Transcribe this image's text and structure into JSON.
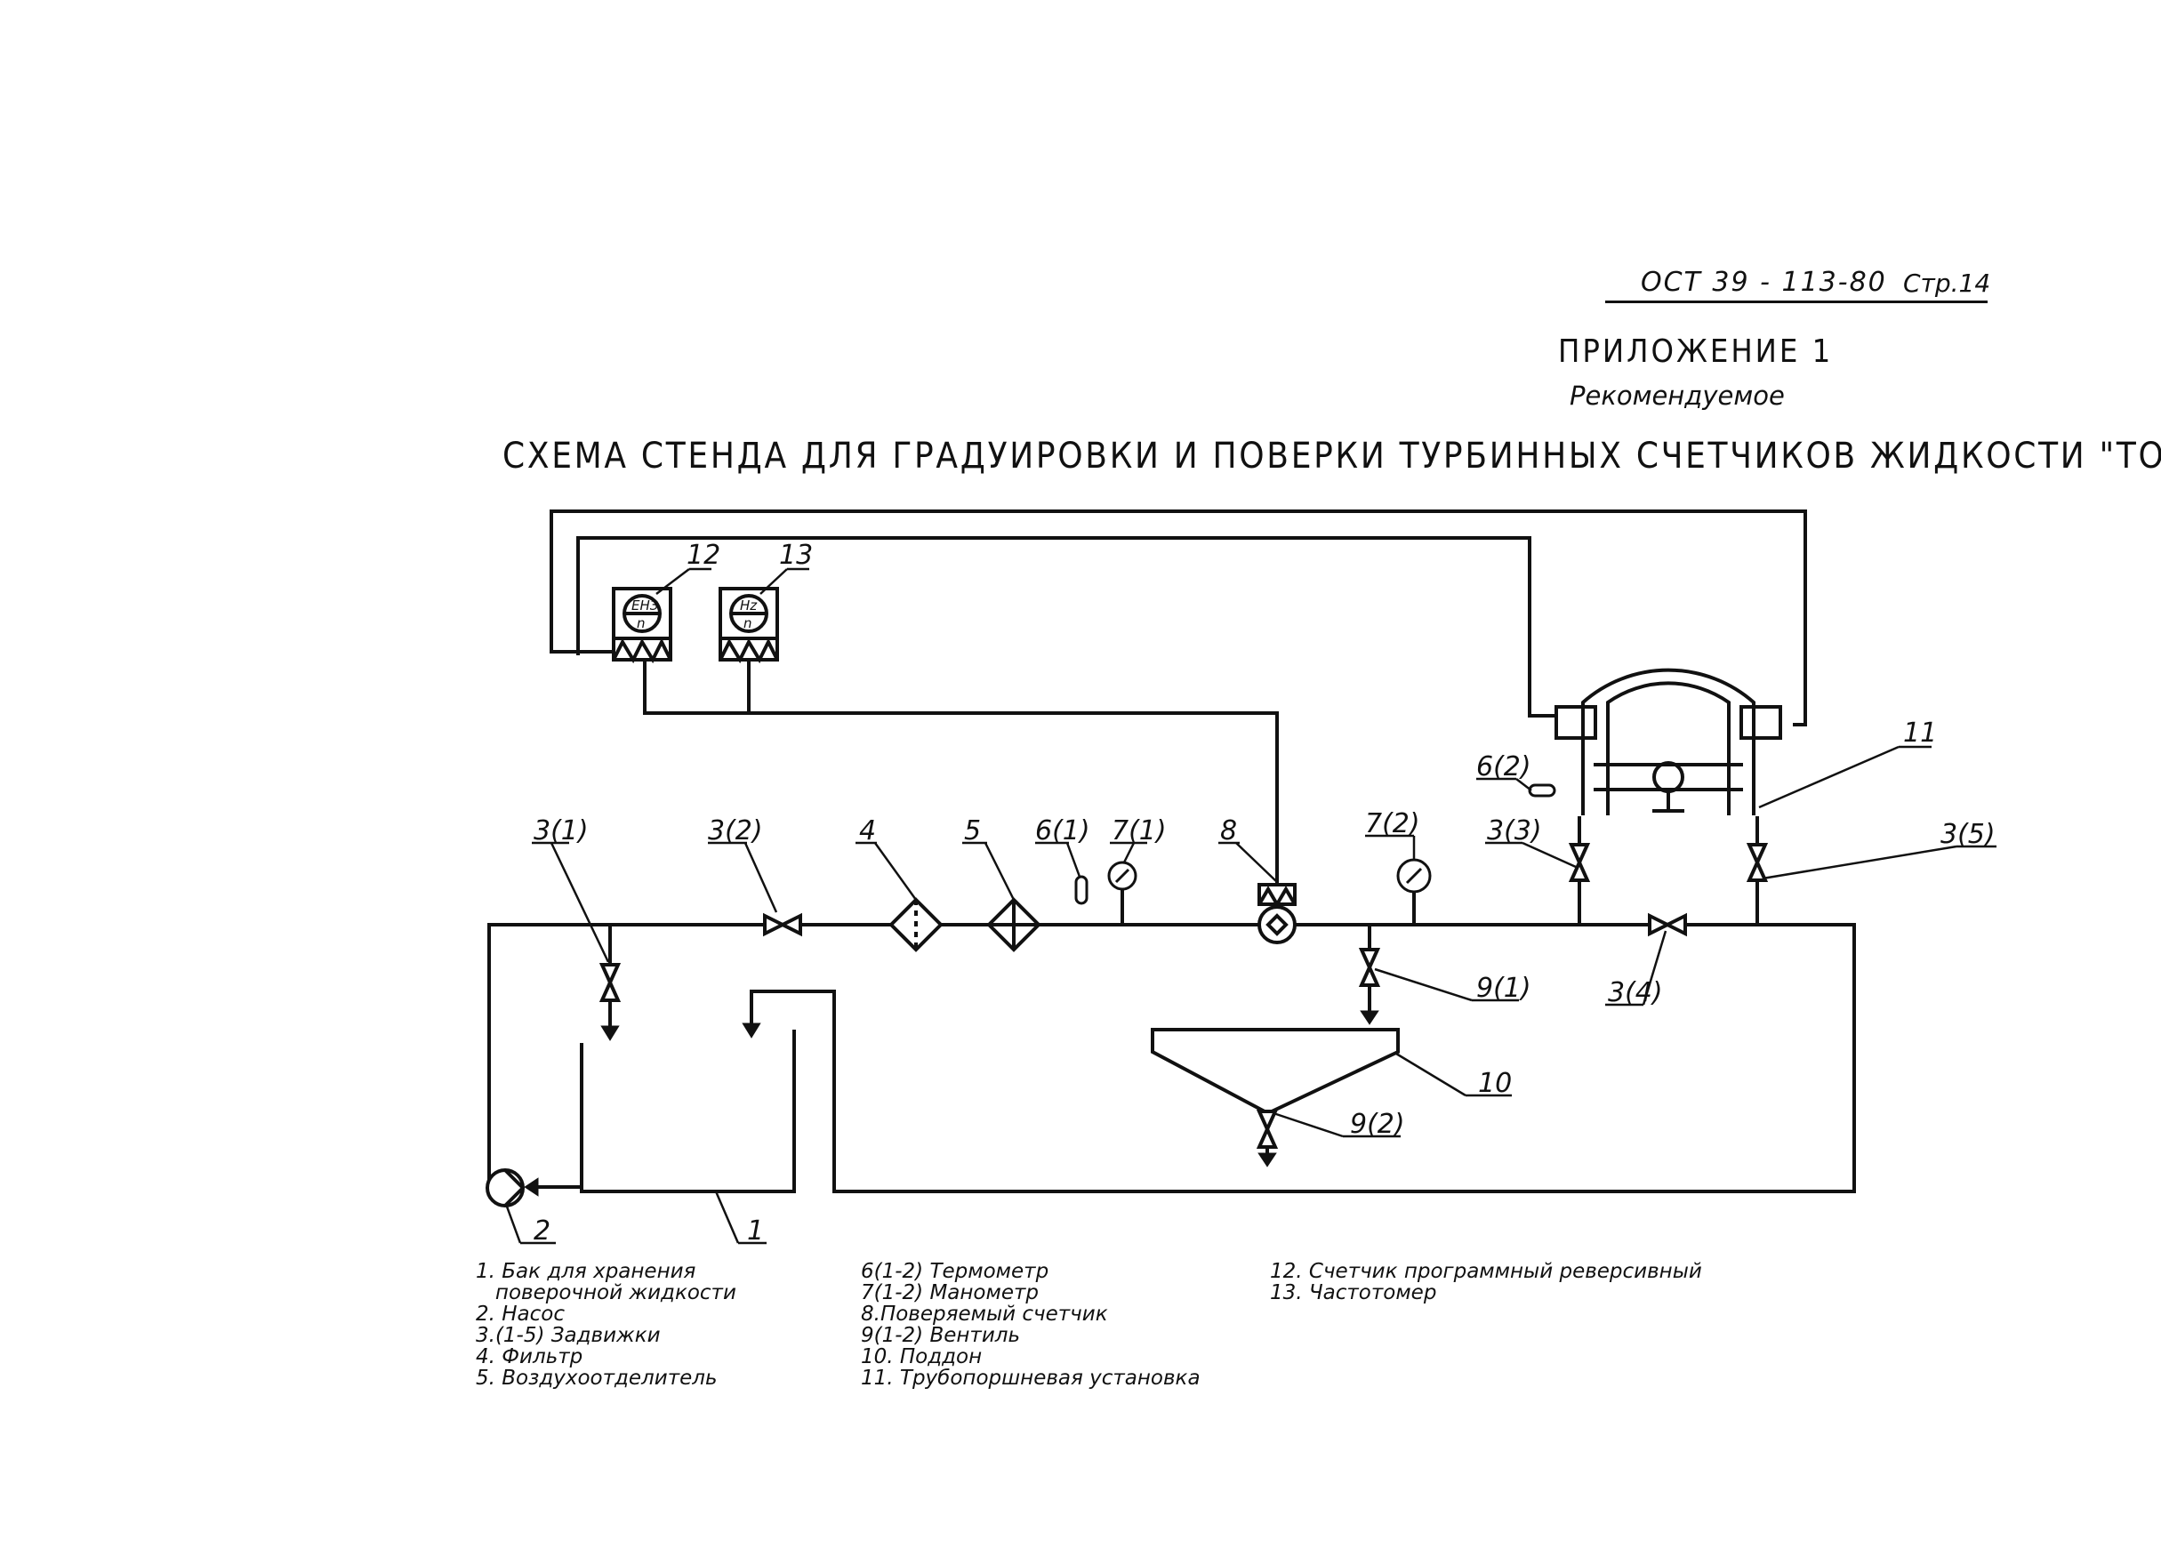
{
  "header": {
    "doc_code": "ОСТ 39 - 113-80",
    "page_no": "Стр.14",
    "appendix": "ПРИЛОЖЕНИЕ 1",
    "recommended": "Рекомендуемое",
    "title": "СХЕМА СТЕНДА ДЛЯ ГРАДУИРОВКИ И ПОВЕРКИ ТУРБИННЫХ СЧЕТЧИКОВ ЖИДКОСТИ \"ТОР\""
  },
  "callouts": {
    "c3_1": "3(1)",
    "c3_2": "3(2)",
    "c4": "4",
    "c5": "5",
    "c6_1": "6(1)",
    "c7_1": "7(1)",
    "c8": "8",
    "c7_2": "7(2)",
    "c3_3": "3(3)",
    "c3_4": "3(4)",
    "c3_5": "3(5)",
    "c6_2": "6(2)",
    "c11": "11",
    "c9_1": "9(1)",
    "c9_2": "9(2)",
    "c10": "10",
    "c1": "1",
    "c2": "2",
    "c12": "12",
    "c13": "13"
  },
  "instrument_faces": {
    "counter_top": "ЕНЗ",
    "counter_bottom": "n",
    "freq_top": "Hz",
    "freq_bottom": "n"
  },
  "legend": {
    "col1": "1. Бак для хранения\n   поверочной жидкости\n2. Насос\n3.(1-5) Задвижки\n4. Фильтр\n5. Воздухоотделитель",
    "col2": "6(1-2) Термометр\n7(1-2) Манометр\n8.Поверяемый счетчик\n9(1-2) Вентиль\n10. Поддон\n11. Трубопоршневая установка",
    "col3": "12. Счетчик программный реверсивный\n13. Частотомер"
  },
  "colors": {
    "ink": "#111111",
    "paper": "#ffffff"
  }
}
